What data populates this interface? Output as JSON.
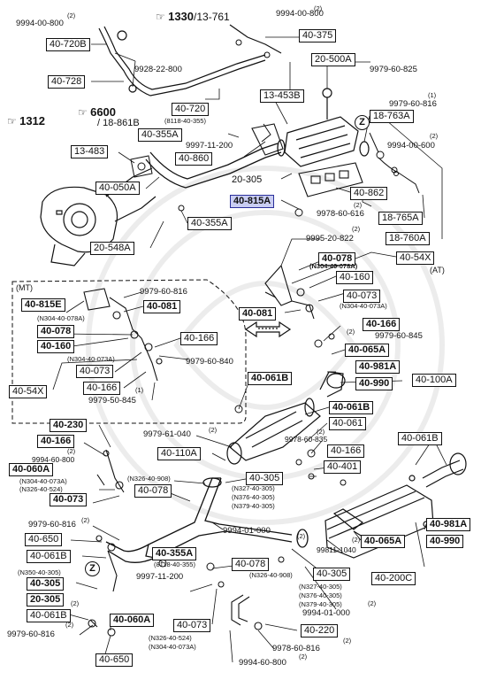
{
  "references": {
    "r1330_num": "1330",
    "r1330_sub": "/13-761",
    "r6600_num": "6600",
    "r6600_sub": "/ 18-861B",
    "r1312_num": "1312"
  },
  "markers": {
    "z": "Z"
  },
  "labels": {
    "mt": "(MT)",
    "at": "(AT)",
    "p9994_00_800_a": "9994-00-800",
    "p9994_00_800_b": "9994-00-800",
    "p40_720b": "40-720B",
    "p40_375": "40-375",
    "p20_500a": "20-500A",
    "p9979_60_825": "9979-60-825",
    "p9928_22_800": "9928-22-800",
    "p40_728": "40-728",
    "p40_720": "40-720",
    "p13_453b": "13-453B",
    "p8118_40_355_a": "(8118-40-355)",
    "p40_355a_a": "40-355A",
    "p9997_11_200_a": "9997-11-200",
    "p13_483": "13-483",
    "p40_860": "40-860",
    "p9979_60_816_a": "9979-60-816",
    "p18_763a": "18-763A",
    "p9994_00_600": "9994-00-600",
    "p20_305_a": "20-305",
    "p40_050a": "40-050A",
    "p40_862": "40-862",
    "p40_815a": "40-815A",
    "p9978_60_616": "9978-60-616",
    "p18_765a": "18-765A",
    "p40_355a_b": "40-355A",
    "p20_548a": "20-548A",
    "p9995_20_822": "9995-20-822",
    "p18_760a": "18-760A",
    "p40_078_a": "40-078",
    "pn304_40_078a_a": "(N304-40-078A)",
    "p40_54x_a": "40-54X",
    "p40_160_a": "40-160",
    "p40_815e": "40-815E",
    "p9979_60_816_b": "9979-60-816",
    "p40_081_a": "40-081",
    "p40_073_a": "40-073",
    "pn304_40_073a_a": "(N304-40-073A)",
    "pn304_40_078a_b": "(N304-40-078A)",
    "p40_078_b": "40-078",
    "p40_081_b": "40-081",
    "p40_166_a": "40-166",
    "p9979_60_845_a": "9979-60-845",
    "p40_160_b": "40-160",
    "p40_166_b": "40-166",
    "p40_065a_a": "40-065A",
    "pn304_40_073a_b": "(N304-40-073A)",
    "p40_073_b": "40-073",
    "p9979_60_840": "9979-60-840",
    "p40_981a_a": "40-981A",
    "p40_54x_b": "40-54X",
    "p40_166_c": "40-166",
    "p40_061b_a": "40-061B",
    "p40_990_a": "40-990",
    "p40_100a": "40-100A",
    "p9979_50_845": "9979-50-845",
    "p40_061b_b": "40-061B",
    "p40_230": "40-230",
    "p9979_61_040": "9979-61-040",
    "p40_061": "40-061",
    "p9978_60_835": "9978-60-835",
    "p40_061b_c": "40-061B",
    "p40_166_d": "40-166",
    "p9994_60_800": "9994-60-800",
    "p40_110a": "40-110A",
    "p40_401": "40-401",
    "p40_060a_a": "40-060A",
    "pn304_40_073a_c": "(N304-40-073A)",
    "pn326_40_524_a": "(N326-40-524)",
    "pn326_40_908_a": "(N326-40-908)",
    "p40_305_a": "40-305",
    "p40_073_c": "40-073",
    "p40_078_c": "40-078",
    "pn327_40_305_a": "(N327-40-305)",
    "pn376_40_305_a": "(N376-40-305)",
    "pn379_40_305_a": "(N379-40-305)",
    "p9979_60_816_c": "9979-60-816",
    "p40_650_a": "40-650",
    "p9994_01_000_a": "9994-01-000",
    "p40_065a_b": "40-065A",
    "p40_981a_b": "40-981A",
    "p40_061b_d": "40-061B",
    "p99811_1040": "99811-1040",
    "p40_990_b": "40-990",
    "pn350_40_305": "(N350-40-305)",
    "p40_355a_c": "40-355A",
    "p40_078_d": "40-078",
    "p40_200c": "40-200C",
    "p40_305_b": "40-305",
    "p8118_40_355_b": "(8118-40-355)",
    "pn326_40_908_b": "(N326-40-908)",
    "p40_305_c": "40-305",
    "p20_305_b": "20-305",
    "p9997_11_200_b": "9997-11-200",
    "pn327_40_305_b": "(N327-40-305)",
    "pn376_40_305_b": "(N376-40-305)",
    "pn379_40_305_b": "(N379-40-305)",
    "p40_061b_e": "40-061B",
    "p40_060a_b": "40-060A",
    "p9994_01_000_b": "9994-01-000",
    "p40_073_d": "40-073",
    "pn326_40_524_b": "(N326-40-524)",
    "pn304_40_073a_d": "(N304-40-073A)",
    "p9979_60_816_d": "9979-60-816",
    "p40_220": "40-220",
    "p9978_60_816": "9978-60-816",
    "p40_650_b": "40-650",
    "p9994_60_800_b": "9994-60-800"
  },
  "quantities": {
    "two": "(2)",
    "one": "(1)"
  }
}
